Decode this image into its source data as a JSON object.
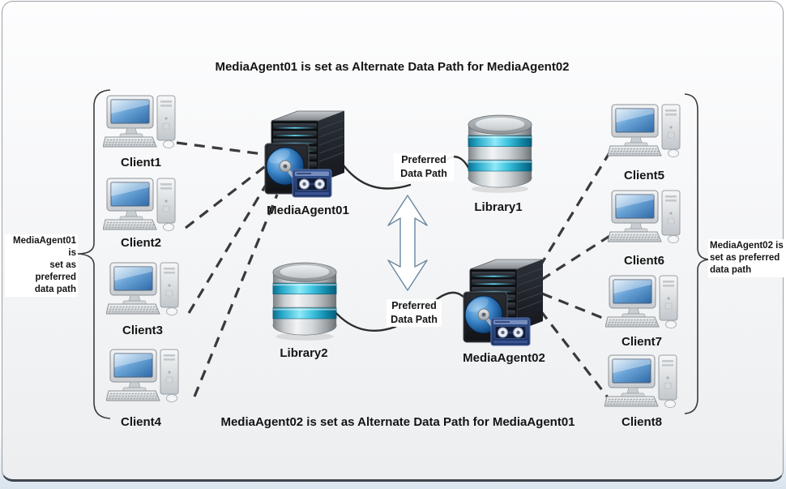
{
  "captions": {
    "top": "MediaAgent01 is set as Alternate Data Path for MediaAgent02",
    "bottom": "MediaAgent02 is set as Alternate Data Path for MediaAgent01"
  },
  "nodes": {
    "media_agent_1": {
      "label": "MediaAgent01"
    },
    "media_agent_2": {
      "label": "MediaAgent02"
    },
    "library_1": {
      "label": "Library1"
    },
    "library_2": {
      "label": "Library2"
    }
  },
  "clients": [
    {
      "label": "Client1"
    },
    {
      "label": "Client2"
    },
    {
      "label": "Client3"
    },
    {
      "label": "Client4"
    },
    {
      "label": "Client5"
    },
    {
      "label": "Client6"
    },
    {
      "label": "Client7"
    },
    {
      "label": "Client8"
    }
  ],
  "annotations": {
    "left_note": "MediaAgent01 is\nset as preferred\ndata path",
    "right_note": "MediaAgent02 is\nset as preferred\ndata path",
    "preferred_top": "Preferred\nData Path",
    "preferred_bottom": "Preferred\nData Path"
  },
  "colors": {
    "dashed_line": "#3a3a3a",
    "connector": "#2d2d2d",
    "bracket": "#3c3c3c",
    "accent_cyan": "#29b6d6",
    "server_body": "#0c0e11",
    "arrow_outline": "#6b87a0"
  }
}
